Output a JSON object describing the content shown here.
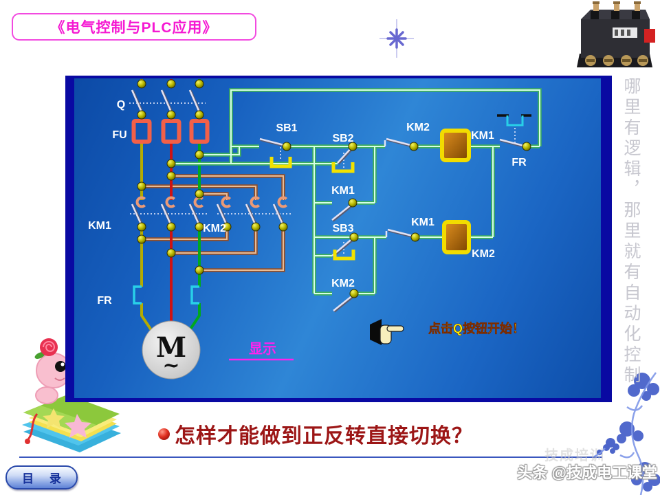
{
  "title": "《电气控制与PLC应用》",
  "side_note": "哪里有逻辑，那里就有自动化控制",
  "diagram": {
    "labels": {
      "q": "Q",
      "fu": "FU",
      "sb1": "SB1",
      "sb2": "SB2",
      "sb3": "SB3",
      "km1": "KM1",
      "km2": "KM2",
      "fr": "FR",
      "motor": "M",
      "motor_tilde": "~"
    },
    "hint": "点击Q按钮开始！",
    "show_link": "显示",
    "colors": {
      "panel_blue": "#1b66c4",
      "panel_border": "#0909a2",
      "line_yellow": "#b5ab00",
      "line_red": "#cf1212",
      "line_green": "#00a81e",
      "wire_mint_core": "#d6ffe6",
      "wire_brown": "#8e4f2e",
      "coil_yellow": "#f2dc00",
      "fuse_orange": "#f26048",
      "heater_cyan": "#28d0e8",
      "hint_yellow": "#ffff00",
      "link_magenta": "#ff22ee"
    }
  },
  "question": "怎样才能做到正反转直接切换？",
  "toc_button": "目 录",
  "watermark": "头条 @技成电工课堂",
  "watermark_ghost": "技成培训"
}
